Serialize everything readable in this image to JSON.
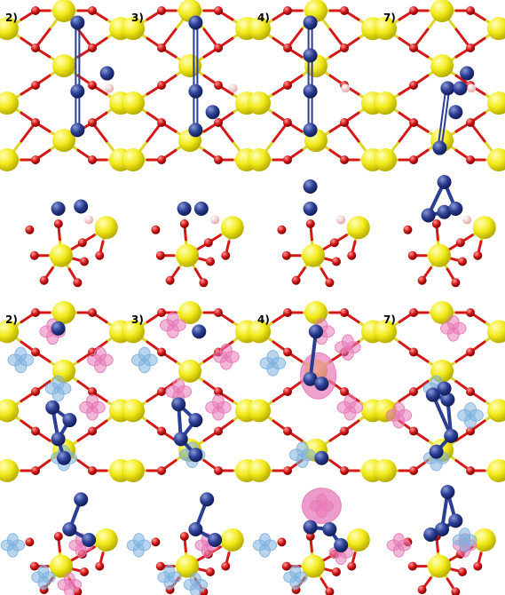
{
  "figure": {
    "top_labels": [
      "2)",
      "3)",
      "4)",
      "7)"
    ],
    "bottom_labels": [
      "2)",
      "3)",
      "4)",
      "7)"
    ]
  },
  "colors": {
    "background": "#ffffff",
    "lattice_atom": "#f2ea1a",
    "lattice_bond": "#dcd62a",
    "oxygen": "#d41818",
    "adsorbate": "#2b3e94",
    "hydrogen": "#f0c2c2",
    "density_gain": "#e77ab8",
    "density_loss": "#7fb3e0"
  }
}
